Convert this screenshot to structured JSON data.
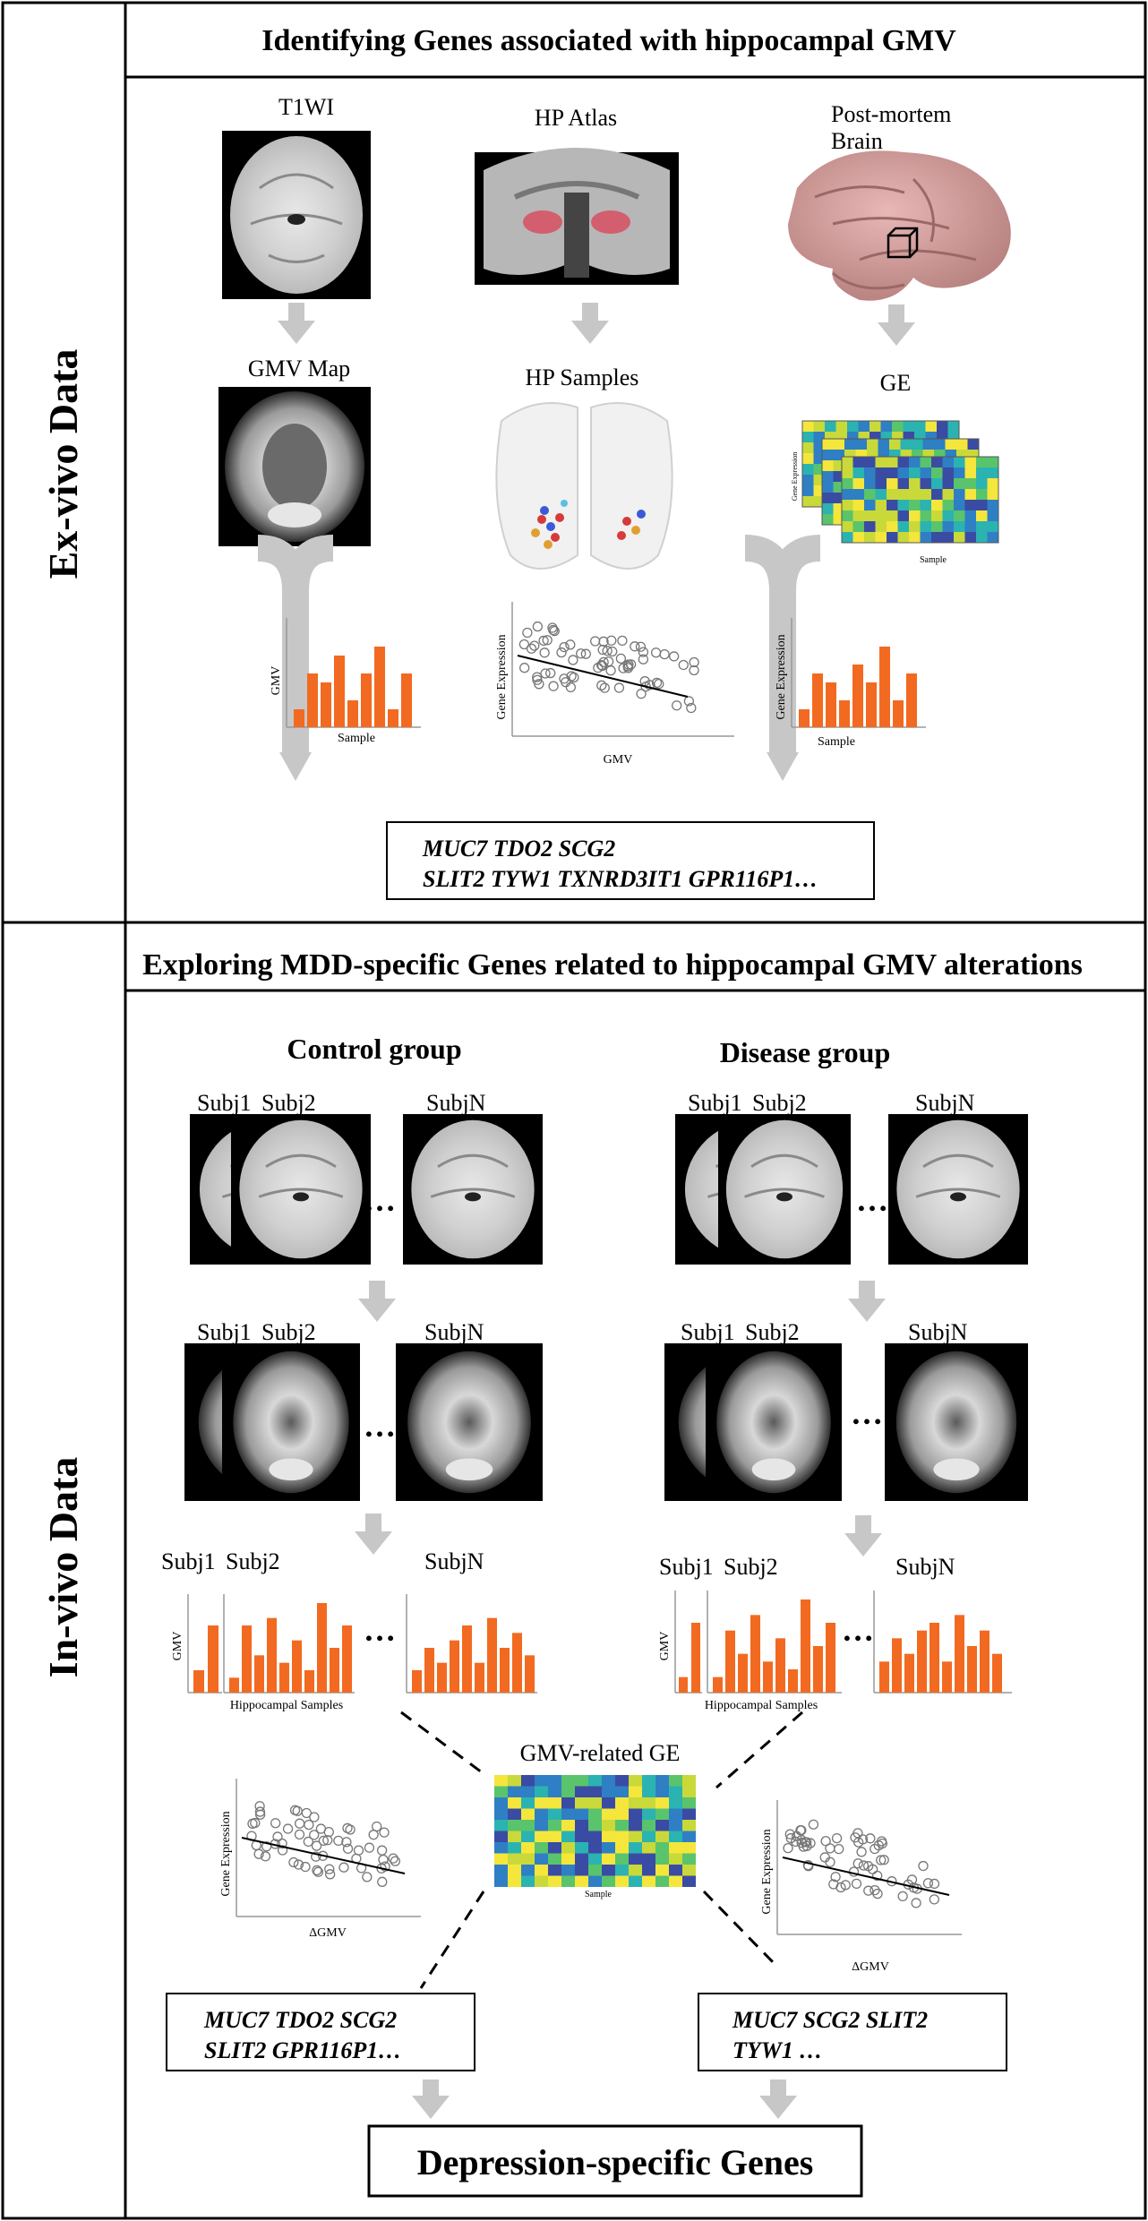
{
  "sections": {
    "exvivo": {
      "side_label": "Ex-vivo Data",
      "title": "Identifying Genes associated with hippocampal GMV",
      "labels": {
        "t1wi": "T1WI",
        "hp_atlas": "HP Atlas",
        "post_mortem_line1": "Post-mortem",
        "post_mortem_line2": "Brain",
        "gmv_map": "GMV Map",
        "hp_samples": "HP Samples",
        "ge": "GE",
        "ge_axis_y": "Gene Expression",
        "ge_axis_x": "Sample"
      },
      "gmv_bar_chart": {
        "ylabel": "GMV",
        "xlabel": "Sample",
        "values": [
          2,
          6,
          5,
          8,
          3,
          6,
          9,
          2,
          6
        ]
      },
      "ge_bar_chart": {
        "ylabel": "Gene Expression",
        "xlabel": "Sample",
        "values": [
          2,
          6,
          5,
          3,
          7,
          5,
          9,
          3,
          6
        ]
      },
      "scatter": {
        "ylabel": "Gene Expression",
        "xlabel": "GMV"
      },
      "genes_line1": "MUC7 TDO2  SCG2",
      "genes_line2": "SLIT2 TYW1 TXNRD3IT1  GPR116P1…"
    },
    "invivo": {
      "side_label": "In-vivo Data",
      "title": "Exploring MDD-specific Genes related to hippocampal GMV alterations",
      "control": {
        "title": "Control group",
        "subj1": "Subj1",
        "subj2": "Subj2",
        "subjn": "SubjN",
        "ellipsis": "…",
        "bar_ylabel": "GMV",
        "bar_xlabel": "Hippocampal Samples",
        "bars_s1": [
          3,
          9
        ],
        "bars_s2": [
          2,
          9,
          5,
          10,
          4,
          7,
          3,
          12,
          6,
          9
        ],
        "bars_sn": [
          3,
          6,
          4,
          7,
          9,
          4,
          10,
          6,
          8,
          5
        ]
      },
      "disease": {
        "title": "Disease group",
        "subj1": "Subj1",
        "subj2": "Subj2",
        "subjn": "SubjN",
        "ellipsis": "…",
        "bar_ylabel": "GMV",
        "bar_xlabel": "Hippocampal Samples",
        "bars_s1": [
          2,
          9
        ],
        "bars_s2": [
          2,
          8,
          5,
          10,
          4,
          7,
          3,
          12,
          6,
          9
        ],
        "bars_sn": [
          4,
          7,
          5,
          8,
          9,
          4,
          10,
          6,
          8,
          5
        ]
      },
      "gmv_related_ge": "GMV-related GE",
      "heatmap_xlabel": "Sample",
      "scatter_left": {
        "ylabel": "Gene Expression",
        "xlabel": "ΔGMV"
      },
      "scatter_right": {
        "ylabel": "Gene Expression",
        "xlabel": "ΔGMV"
      },
      "genes_left_line1": "MUC7 TDO2  SCG2",
      "genes_left_line2": "SLIT2   GPR116P1…",
      "genes_right_line1": "MUC7  SCG2   SLIT2",
      "genes_right_line2": "TYW1 …",
      "final": "Depression-specific Genes"
    }
  },
  "colors": {
    "bar": "#f26a21",
    "arrow": "#c7c7c7",
    "heat_palette": [
      "#3a4ba3",
      "#2f7fc4",
      "#2bb3b1",
      "#59c46b",
      "#c9d93a",
      "#f5e63c"
    ]
  }
}
